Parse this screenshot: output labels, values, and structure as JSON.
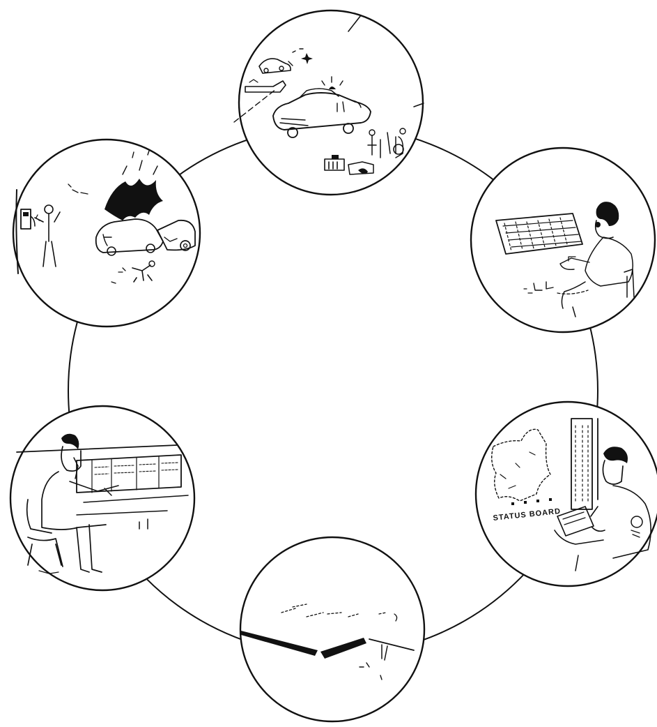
{
  "diagram": {
    "node_order": [
      "scene-accident",
      "scene-telephone-operator",
      "scene-status-board",
      "scene-station",
      "scene-dispatcher-console",
      "scene-response"
    ],
    "nodes": [
      {
        "id": "scene-accident",
        "icon": "car-accident-roadside-phone-icon"
      },
      {
        "id": "scene-telephone-operator",
        "icon": "telephone-operator-switchboard-icon"
      },
      {
        "id": "scene-status-board",
        "icon": "status-board-clerk-icon",
        "label": "STATUS BOARD"
      },
      {
        "id": "scene-station",
        "icon": "station-building-icon"
      },
      {
        "id": "scene-dispatcher-console",
        "icon": "dispatcher-console-icon"
      },
      {
        "id": "scene-response",
        "icon": "emergency-vehicles-response-icon"
      }
    ]
  }
}
